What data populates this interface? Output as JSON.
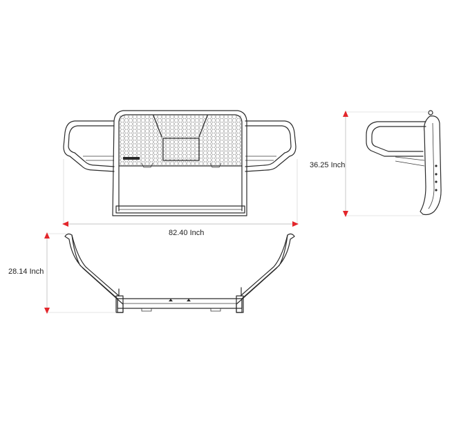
{
  "dimensions": {
    "width": {
      "value": "82.40 Inch"
    },
    "height": {
      "value": "36.25 Inch"
    },
    "depth": {
      "value": "28.14 Inch"
    }
  },
  "colors": {
    "arrow": "#e3262b",
    "line": "#2a2a2a",
    "dimension_line": "#b0b0b0",
    "mesh": "#8a8a8a"
  }
}
